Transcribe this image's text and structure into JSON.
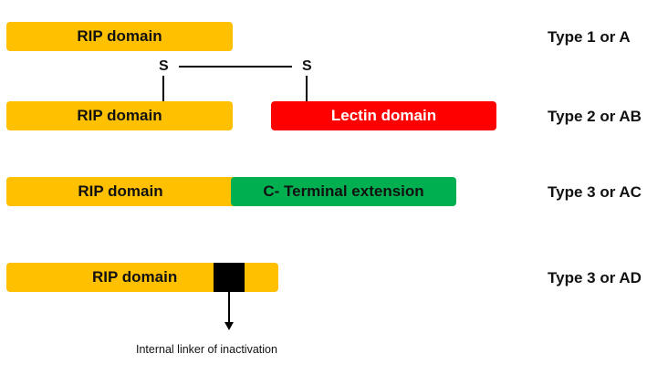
{
  "colors": {
    "rip": "#FFC000",
    "lectin": "#FF0000",
    "c_terminal": "#00B050",
    "linker": "#000000"
  },
  "rows": [
    {
      "type_label": "Type 1 or A",
      "rip_label": "RIP domain"
    },
    {
      "type_label": "Type 2 or AB",
      "rip_label": "RIP domain",
      "lectin_label": "Lectin domain",
      "disulfide": {
        "left_s": "S",
        "right_s": "S"
      }
    },
    {
      "type_label": "Type 3 or AC",
      "rip_label": "RIP domain",
      "extension_label": "C- Terminal extension"
    },
    {
      "type_label": "Type 3 or AD",
      "rip_label": "RIP domain",
      "linker_note": "Internal linker of inactivation"
    }
  ]
}
